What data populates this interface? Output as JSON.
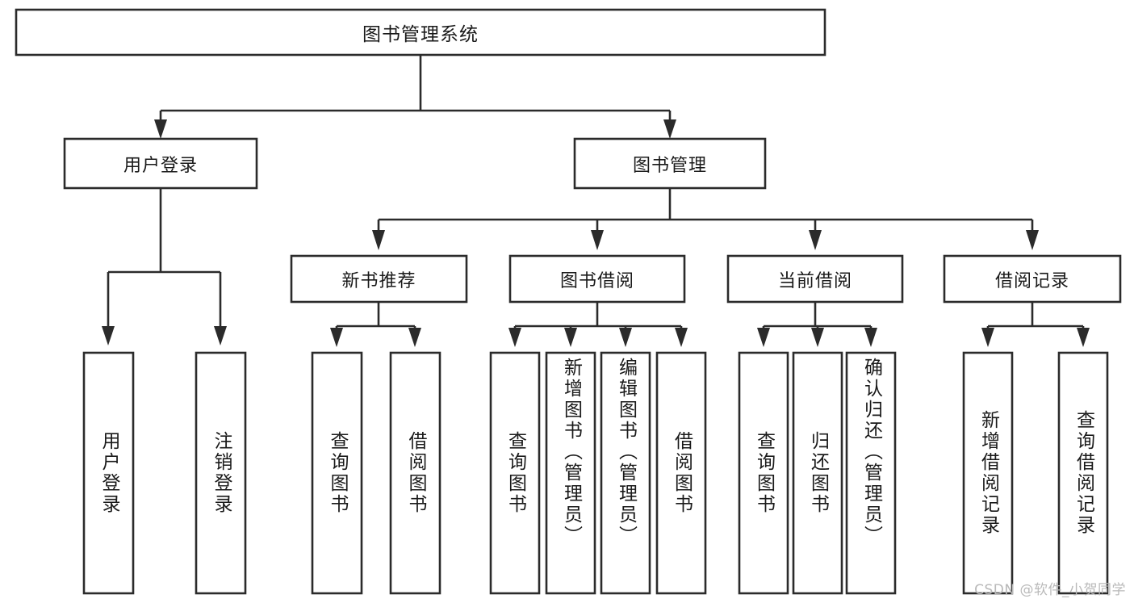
{
  "diagram": {
    "type": "tree",
    "title": "图书管理系统",
    "orientation": "top-down",
    "watermark": "CSDN @软件_小贺同学",
    "colors": {
      "box_stroke": "#2b2b2b",
      "box_fill": "#ffffff",
      "connector": "#2b2b2b",
      "text": "#1a1a1a",
      "watermark": "#b9b9b9",
      "background": "#ffffff"
    },
    "root": {
      "label": "图书管理系统",
      "children": [
        {
          "label": "用户登录",
          "children": [
            {
              "label": "用户登录"
            },
            {
              "label": "注销登录"
            }
          ]
        },
        {
          "label": "图书管理",
          "children": [
            {
              "label": "新书推荐",
              "children": [
                {
                  "label": "查询图书"
                },
                {
                  "label": "借阅图书"
                }
              ]
            },
            {
              "label": "图书借阅",
              "children": [
                {
                  "label": "查询图书"
                },
                {
                  "label": "新增图书（管理员）"
                },
                {
                  "label": "编辑图书（管理员）"
                },
                {
                  "label": "借阅图书"
                }
              ]
            },
            {
              "label": "当前借阅",
              "children": [
                {
                  "label": "查询图书"
                },
                {
                  "label": "归还图书"
                },
                {
                  "label": "确认归还（管理员）"
                }
              ]
            },
            {
              "label": "借阅记录",
              "children": [
                {
                  "label": "新增借阅记录"
                },
                {
                  "label": "查询借阅记录"
                }
              ]
            }
          ]
        }
      ]
    },
    "nodes": {
      "root_title": "图书管理系统",
      "l2_user_login": "用户登录",
      "l2_book_manage": "图书管理",
      "l3_new_book_rec": "新书推荐",
      "l3_book_borrow": "图书借阅",
      "l3_current_borrow": "当前借阅",
      "l3_borrow_record": "借阅记录",
      "leaf_user_login": "用户登录",
      "leaf_logout": "注销登录",
      "leaf_rec_query_book": "查询图书",
      "leaf_rec_borrow_book": "借阅图书",
      "leaf_borrow_query_book": "查询图书",
      "leaf_borrow_add_book": "新增图书（管理员）",
      "leaf_borrow_edit_book": "编辑图书（管理员）",
      "leaf_borrow_borrow_book": "借阅图书",
      "leaf_cur_query_book": "查询图书",
      "leaf_cur_return_book": "归还图书",
      "leaf_cur_confirm_return": "确认归还（管理员）",
      "leaf_rec_add_record": "新增借阅记录",
      "leaf_rec_query_record": "查询借阅记录"
    }
  }
}
